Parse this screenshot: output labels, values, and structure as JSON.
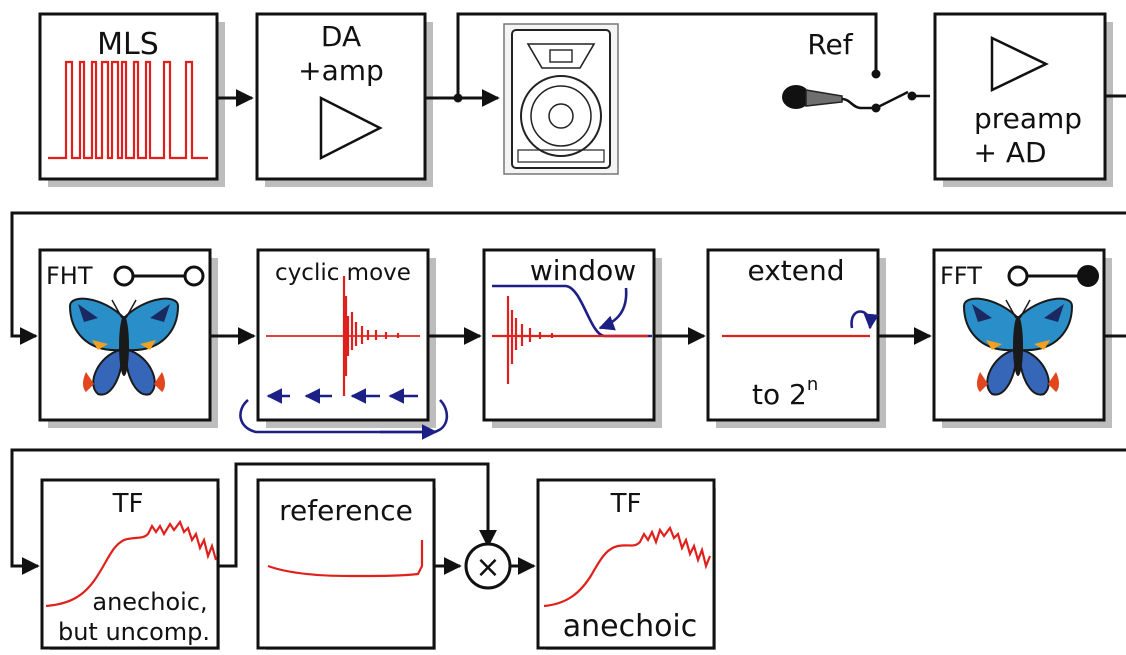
{
  "colors": {
    "signal": "#e0201c",
    "accent": "#1c1f86",
    "line": "#111111",
    "shadow": "#bdbdbd"
  },
  "blocks": {
    "mls": {
      "label": "MLS"
    },
    "da_amp": {
      "line1": "DA",
      "line2": "+amp"
    },
    "ref": {
      "label": "Ref"
    },
    "preamp": {
      "line1": "preamp",
      "line2": "+ AD"
    },
    "fht": {
      "label": "FHT"
    },
    "cyclic_move": {
      "label": "cyclic move"
    },
    "window": {
      "label": "window"
    },
    "extend": {
      "label": "extend",
      "sub": "to 2",
      "sup": "n"
    },
    "fft": {
      "label": "FFT"
    },
    "tf_uncomp": {
      "label": "TF",
      "line1": "anechoic,",
      "line2": "but uncomp."
    },
    "reference": {
      "label": "reference"
    },
    "multiplier": {
      "symbol": "×"
    },
    "tf_anechoic": {
      "label": "TF",
      "caption": "anechoic"
    }
  },
  "icons": {
    "loudspeaker": "loudspeaker-icon",
    "microphone": "microphone-icon",
    "switch": "switch-icon",
    "butterfly": "butterfly-icon",
    "amplifier": "amplifier-triangle-icon"
  }
}
